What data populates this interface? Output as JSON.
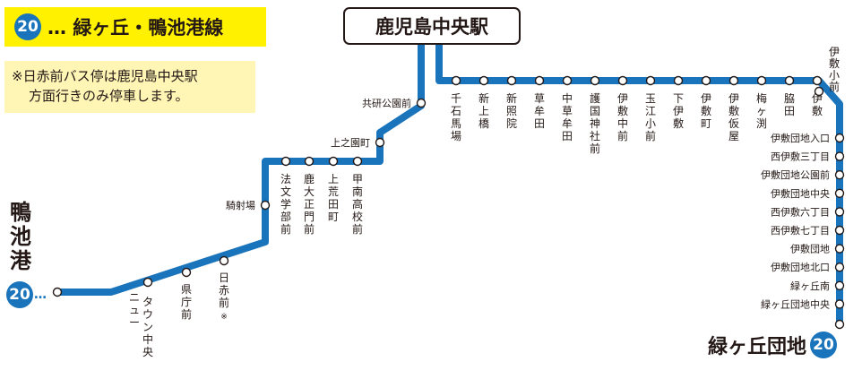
{
  "route": {
    "number": "20",
    "title": "… 緑ヶ丘・鴨池港線",
    "line_color": "#1a74bb",
    "highlight_color": "#fff100"
  },
  "note": {
    "line1": "※日赤前バス停は鹿児島中央駅",
    "line2": "方面行きのみ停車します。"
  },
  "central_station": "鹿児島中央駅",
  "terminal_kamoike": {
    "name": "鴨池港",
    "dots": "…"
  },
  "terminal_midorigaoka": {
    "name": "緑ヶ丘団地"
  },
  "stops": {
    "left_leg": [
      "共研公園前",
      "上之園町",
      "甲南高校前",
      "上荒田町",
      "鹿大正門前",
      "法文学部前",
      "騎射場",
      "日赤前※",
      "県庁前",
      "ニュータウン中央"
    ],
    "top_row": [
      "千石馬場",
      "新上橋",
      "新照院",
      "草牟田",
      "中草牟田",
      "護国神社前",
      "伊敷中前",
      "玉江小前",
      "下伊敷",
      "伊敷町",
      "伊敷仮屋",
      "梅ヶ渕",
      "脇田",
      "伊敷"
    ],
    "corner": "伊敷小前",
    "right_column": [
      "伊敷団地入口",
      "西伊敷三丁目",
      "伊敷団地公園前",
      "伊敷団地中央",
      "西伊敷六丁目",
      "西伊敷七丁目",
      "伊敷団地",
      "伊敷団地北口",
      "緑ヶ丘南",
      "緑ヶ丘団地中央"
    ]
  }
}
